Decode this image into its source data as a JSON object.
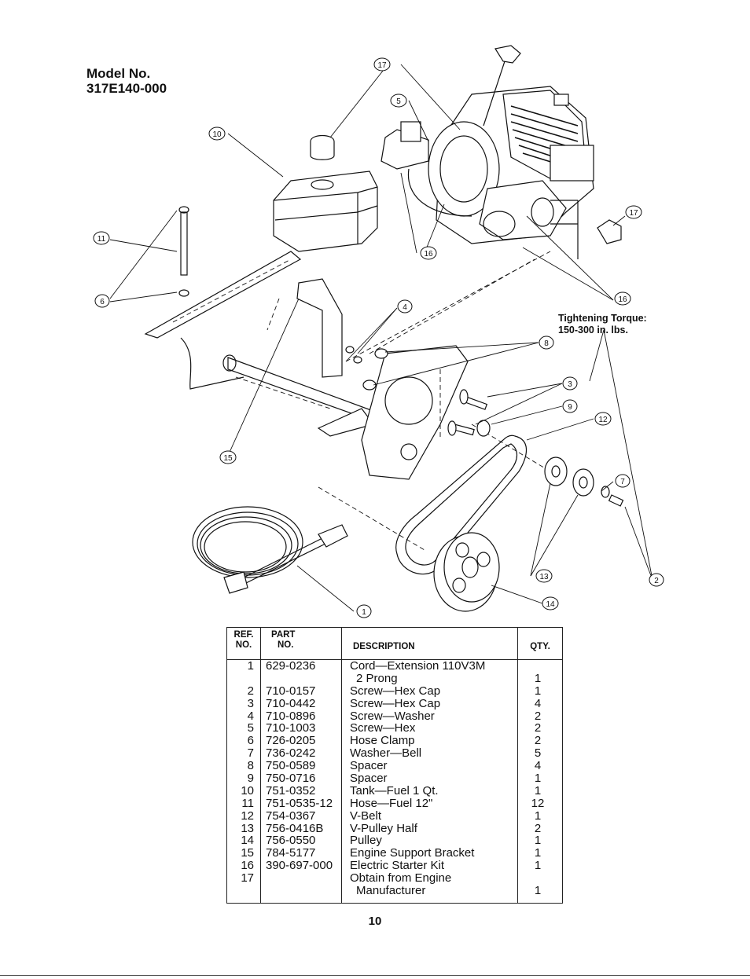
{
  "header": {
    "model_label": "Model No.",
    "model_number": "317E140-000"
  },
  "torque_note": {
    "line1": "Tightening Torque:",
    "line2": "150-300 in. lbs."
  },
  "callouts": [
    "17",
    "5",
    "10",
    "11",
    "6",
    "16",
    "4",
    "8",
    "3",
    "9",
    "12",
    "15",
    "7",
    "13",
    "14",
    "2",
    "1",
    "17",
    "16"
  ],
  "table": {
    "headers": {
      "ref_line1": "REF.",
      "ref_line2": "NO.",
      "part_line1": "PART",
      "part_line2": "NO.",
      "description": "DESCRIPTION",
      "qty": "QTY."
    },
    "rows": [
      {
        "ref": "1",
        "part": "629-0236",
        "desc": "Cord—Extension 110V3M",
        "qty": ""
      },
      {
        "ref": "",
        "part": "",
        "desc": "2 Prong",
        "qty": "1",
        "indent": true
      },
      {
        "ref": "2",
        "part": "710-0157",
        "desc": "Screw—Hex Cap",
        "qty": "1"
      },
      {
        "ref": "3",
        "part": "710-0442",
        "desc": "Screw—Hex Cap",
        "qty": "4"
      },
      {
        "ref": "4",
        "part": "710-0896",
        "desc": "Screw—Washer",
        "qty": "2"
      },
      {
        "ref": "5",
        "part": "710-1003",
        "desc": "Screw—Hex",
        "qty": "2"
      },
      {
        "ref": "6",
        "part": "726-0205",
        "desc": "Hose Clamp",
        "qty": "2"
      },
      {
        "ref": "7",
        "part": "736-0242",
        "desc": "Washer—Bell",
        "qty": "5"
      },
      {
        "ref": "8",
        "part": "750-0589",
        "desc": "Spacer",
        "qty": "4"
      },
      {
        "ref": "9",
        "part": "750-0716",
        "desc": "Spacer",
        "qty": "1"
      },
      {
        "ref": "10",
        "part": "751-0352",
        "desc": "Tank—Fuel 1 Qt.",
        "qty": "1"
      },
      {
        "ref": "11",
        "part": "751-0535-12",
        "desc": "Hose—Fuel 12\"",
        "qty": "12"
      },
      {
        "ref": "12",
        "part": "754-0367",
        "desc": "V-Belt",
        "qty": "1"
      },
      {
        "ref": "13",
        "part": "756-0416B",
        "desc": "V-Pulley Half",
        "qty": "2"
      },
      {
        "ref": "14",
        "part": "756-0550",
        "desc": "Pulley",
        "qty": "1"
      },
      {
        "ref": "15",
        "part": "784-5177",
        "desc": "Engine Support Bracket",
        "qty": "1"
      },
      {
        "ref": "16",
        "part": "390-697-000",
        "desc": "Electric Starter Kit",
        "qty": "1"
      },
      {
        "ref": "17",
        "part": "",
        "desc": "Obtain from Engine",
        "qty": ""
      },
      {
        "ref": "",
        "part": "",
        "desc": "Manufacturer",
        "qty": "1",
        "indent": true
      }
    ]
  },
  "page_number": "10"
}
